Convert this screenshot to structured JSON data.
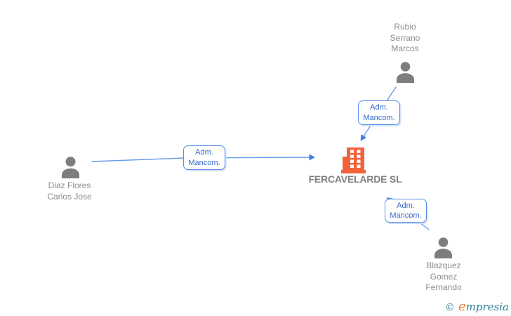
{
  "colors": {
    "line_blue": "#639bef",
    "arrow_blue": "#3f7de0",
    "label_border_blue": "#5b8fe8",
    "label_text_blue": "#3566cc",
    "person_gray": "#7d7d7d",
    "name_gray": "#8c8c8c",
    "company_name_gray": "#7f7f7f",
    "building_orange": "#f2633c",
    "brand_teal": "#2b7f96",
    "brand_orange": "#ef8030"
  },
  "company": {
    "name": "FERCAVELARDE SL"
  },
  "people": {
    "rubio": {
      "lines": [
        "Rubio",
        "Serrano",
        "Marcos"
      ]
    },
    "diaz": {
      "lines": [
        "Diaz Flores",
        "Carlos Jose"
      ]
    },
    "blazquez": {
      "lines": [
        "Blazquez",
        "Gomez",
        "Fernando"
      ]
    }
  },
  "relationships": {
    "rubio_to_company": {
      "label_lines": [
        "Adm.",
        "Mancom."
      ]
    },
    "diaz_to_company": {
      "label_lines": [
        "Adm.",
        "Mancom."
      ]
    },
    "blazquez_to_company": {
      "label_lines": [
        "Adm.",
        "Mancom."
      ]
    }
  },
  "footer": {
    "copyright": "©",
    "brand_initial": "e",
    "brand_rest": "mpresia"
  }
}
